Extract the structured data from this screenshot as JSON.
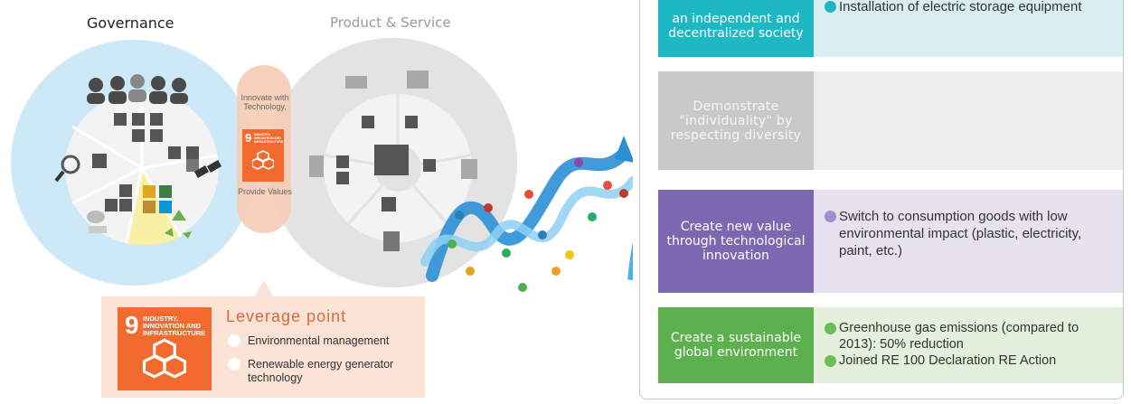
{
  "headings": {
    "governance": "Governance",
    "product_service": "Product & Service"
  },
  "center_bubble": {
    "top_text": "Innovate with Technology,",
    "bottom_text": "Provide Values",
    "sdg_number": "9",
    "sdg_label": "INDUSTRY, INNOVATION AND INFRASTRUCTURE"
  },
  "leverage": {
    "sdg_number": "9",
    "sdg_label": "INDUSTRY, INNOVATION AND INFRASTRUCTURE",
    "title": "Leverage point",
    "items": [
      "Environmental management",
      "Renewable energy generator technology"
    ]
  },
  "rows": [
    {
      "label": "an independent and decentralized society",
      "color": "#1eb8c4",
      "dot_color": "#1eb8c4",
      "items": [
        "Installation of electric storage equipment"
      ]
    },
    {
      "label": "Demonstrate \"individuality\" by respecting diversity",
      "color": "#c9c9c9",
      "items": []
    },
    {
      "label": "Create new value through technological innovation",
      "color": "#7b68b0",
      "dot_color": "#9d8fcb",
      "items": [
        "Switch to consumption goods with low environmental impact (plastic, electricity, paint, etc.)"
      ]
    },
    {
      "label": "Create a sustainable global environment",
      "color": "#5cb14e",
      "dot_color": "#6bbd55",
      "items": [
        "Greenhouse gas emissions (compared to 2013): 50% reduction",
        "Joined RE 100 Declaration RE Action"
      ]
    }
  ],
  "colors": {
    "governance_circle": "#cde9f7",
    "product_circle": "#e3e3e3",
    "center_bubble": "#f6cdb6",
    "sdg9_orange": "#f26a2e",
    "highlight_segment": "#f7f0a5"
  }
}
